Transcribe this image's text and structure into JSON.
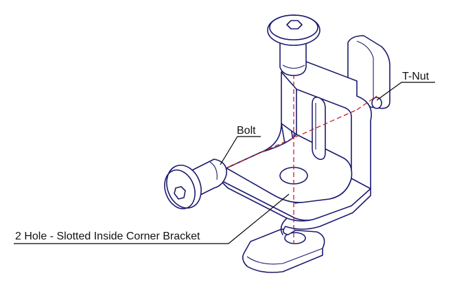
{
  "labels": {
    "bolt": "Bolt",
    "tnut": "T-Nut",
    "bracket": "2 Hole - Slotted Inside Corner Bracket"
  },
  "colors": {
    "outline": "#1a1a6e",
    "centerline": "#c0202a",
    "leader": "#000000",
    "text": "#111111"
  }
}
